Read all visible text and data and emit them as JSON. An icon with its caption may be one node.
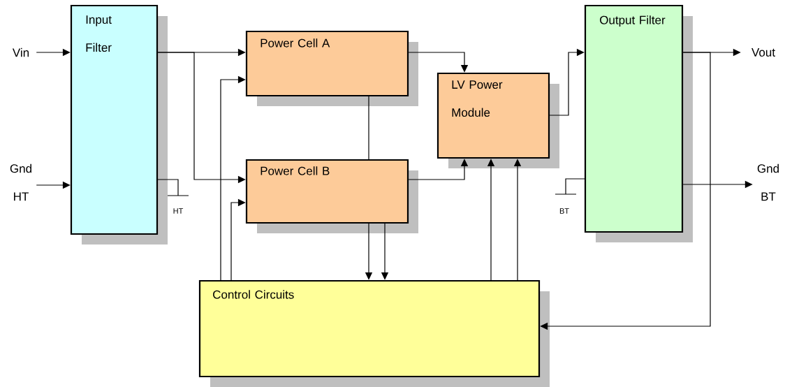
{
  "diagram": {
    "nodes": [
      {
        "text": [
          "Vin"
        ]
      },
      {
        "text": [
          "Gnd HT"
        ]
      },
      {
        "text": [
          "Input Filter"
        ]
      },
      {
        "text": [
          "Power Cell A"
        ]
      },
      {
        "text": [
          "Power Cell B"
        ]
      },
      {
        "text": [
          "LV Power Module"
        ]
      },
      {
        "text": [
          "Output Filter"
        ]
      },
      {
        "text": [
          "Vout"
        ]
      },
      {
        "text": [
          "Gnd BT"
        ]
      },
      {
        "text": [
          "Control Circuits"
        ]
      }
    ],
    "edges": [
      {
        "from": 0,
        "to": 2,
        "arrow": "to"
      },
      {
        "from": 1,
        "to": 2,
        "arrow": "to"
      },
      {
        "from": 2,
        "to": 3,
        "arrow": "to"
      },
      {
        "from": 2,
        "to": 4,
        "arrow": "to"
      },
      {
        "from": 9,
        "to": 3,
        "arrow": "to"
      },
      {
        "from": 9,
        "to": 4,
        "arrow": "to"
      },
      {
        "from": 3,
        "to": 5,
        "arrow": "to"
      },
      {
        "from": 3,
        "to": 4,
        "arrow": "none"
      },
      {
        "from": 4,
        "to": 5,
        "arrow": "to"
      },
      {
        "from": 4,
        "to": 9,
        "arrow": "to"
      },
      {
        "from": 4,
        "to": 9,
        "arrow": "to"
      },
      {
        "from": 9,
        "to": 5,
        "arrow": "to"
      },
      {
        "from": 9,
        "to": 5,
        "arrow": "to"
      },
      {
        "from": 5,
        "to": 6,
        "arrow": "to"
      },
      {
        "from": 6,
        "to": 7,
        "arrow": "to"
      },
      {
        "from": 6,
        "to": 8,
        "arrow": "to"
      },
      {
        "from": 6,
        "to": 9,
        "arrow": "to"
      }
    ],
    "labels": [
      "HT",
      "BT"
    ]
  }
}
